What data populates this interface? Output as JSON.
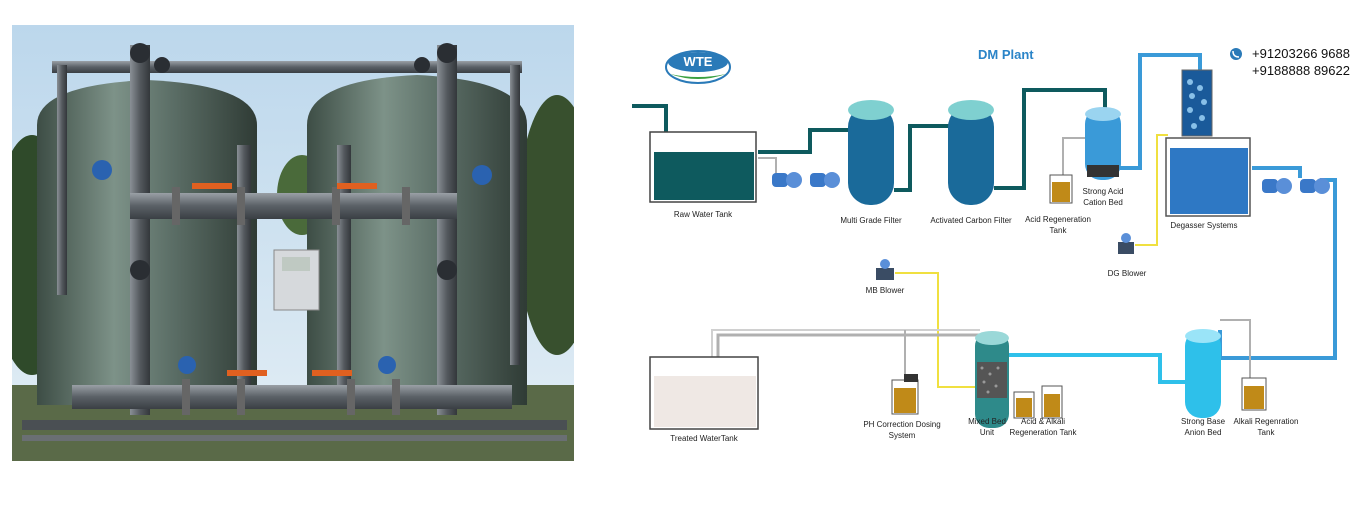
{
  "logo": {
    "text": "WTE"
  },
  "title": "DM Plant",
  "contact": {
    "phone1": "+91203266 9688",
    "phone2": "+9188888 89622"
  },
  "labels": {
    "raw_water_tank": "Raw Water Tank",
    "multi_grade_filter": "Multi Grade Filter",
    "activated_carbon_filter": "Activated Carbon Filter",
    "acid_regen_1": "Acid Regeneration",
    "acid_regen_2": "Tank",
    "cation_1": "Strong Acid",
    "cation_2": "Cation Bed",
    "degasser": "Degasser Systems",
    "dg_blower": "DG Blower",
    "mb_blower": "MB Blower",
    "treated_tank": "Treated WaterTank",
    "ph_1": "PH Correction Dosing",
    "ph_2": "System",
    "mixed_1": "Mixed Bed",
    "mixed_2": "Unit",
    "acid_alkali_1": "Acid & Alkali",
    "acid_alkali_2": "Regeneration Tank",
    "anion_1": "Strong Base",
    "anion_2": "Anion Bed",
    "alkali_1": "Alkali Regenration",
    "alkali_2": "Tank"
  },
  "colors": {
    "dark_teal": "#0e5a5e",
    "filter_blue": "#1a6a9a",
    "light_blue": "#3a9ad8",
    "cyan": "#2ec0ea",
    "yellow_line": "#f0e040",
    "tank_amber": "#c08a18"
  }
}
